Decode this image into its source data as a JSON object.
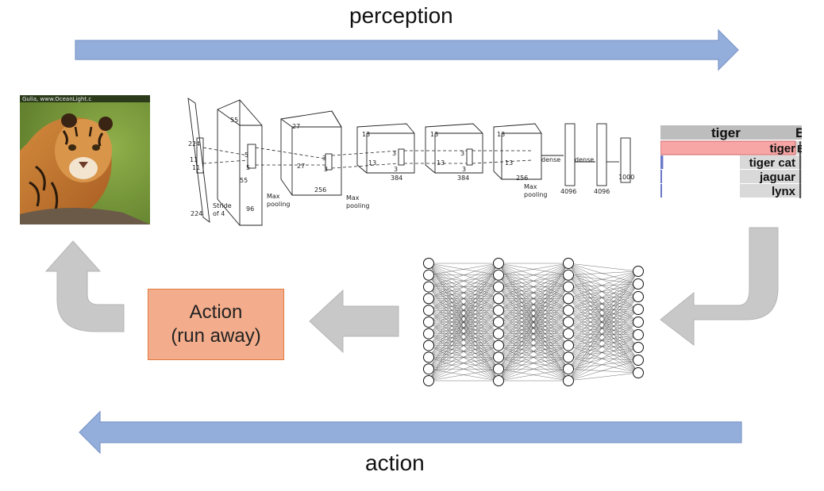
{
  "top_label": "perception",
  "bottom_label": "action",
  "action_box": {
    "line1": "Action",
    "line2": "(run away)"
  },
  "photo": {
    "watermark": "Gulia, www.OceanLight.c"
  },
  "cnn": {
    "labels": [
      "224",
      "11",
      "11",
      "224",
      "Stride",
      "of 4",
      "55",
      "5",
      "5",
      "55",
      "96",
      "Max",
      "pooling",
      "27",
      "27",
      "256",
      "3",
      "3",
      "Max",
      "pooling",
      "13",
      "13",
      "3",
      "3",
      "384",
      "13",
      "13",
      "3",
      "3",
      "384",
      "13",
      "13",
      "256",
      "Max",
      "pooling",
      "dense",
      "dense",
      "4096",
      "4096",
      "1000"
    ]
  },
  "classifier": {
    "header": "tiger",
    "header_right": "E",
    "rows": [
      {
        "label": "tiger",
        "extra": "E",
        "score": 1.0
      },
      {
        "label": "tiger cat",
        "score": 0.02
      },
      {
        "label": "jaguar",
        "score": 0.01
      },
      {
        "label": "lynx",
        "score": 0.005
      }
    ]
  },
  "colors": {
    "blue_arrow": "#94aedb",
    "blue_arrow_border": "#7e97c9",
    "gray_arrow": "#c8c8c8",
    "action_fill": "#f4ad8c",
    "bar_fill": "#f7a5a5"
  }
}
